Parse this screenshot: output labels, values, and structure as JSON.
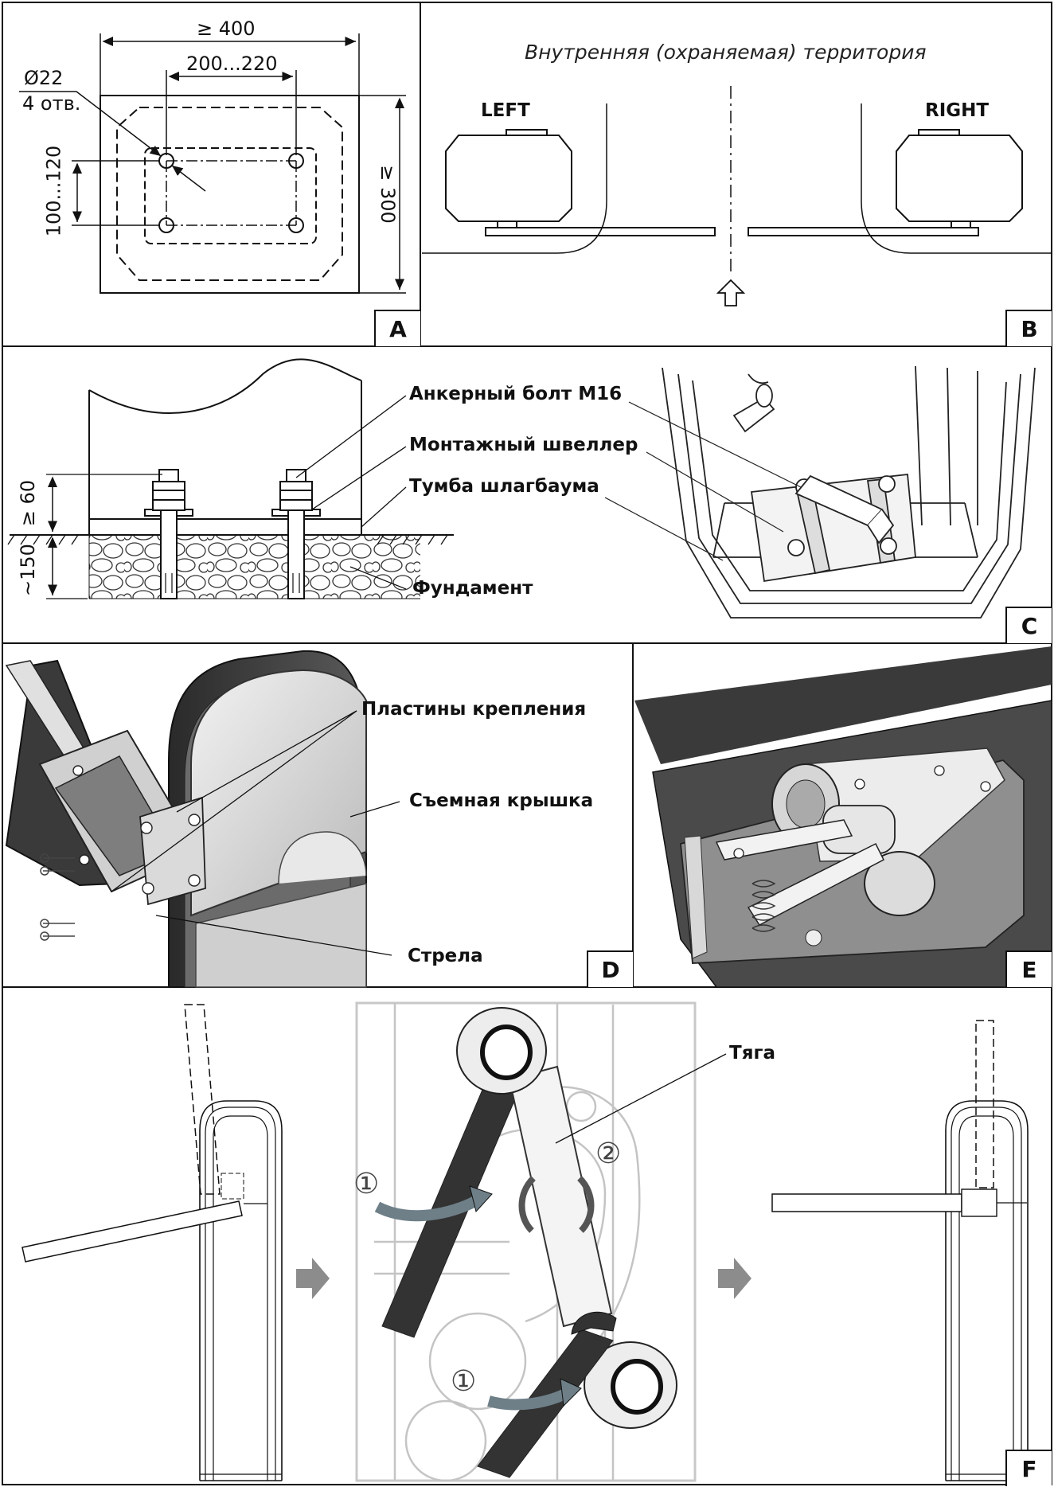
{
  "panels": {
    "A": {
      "letter": "A",
      "dim_width": "≥ 400",
      "dim_bolt_spacing_x": "200...220",
      "hole_diameter": "Ø22",
      "hole_count": "4 отв.",
      "dim_bolt_spacing_y": "100...120",
      "dim_height": "≥ 300"
    },
    "B": {
      "letter": "B",
      "caption": "Внутренняя (охраняемая) территория",
      "left_label": "LEFT",
      "right_label": "RIGHT"
    },
    "C": {
      "letter": "C",
      "dim_above": "≥ 60",
      "dim_below": "~150",
      "callout_anchor_bolt": "Анкерный болт М16",
      "callout_channel": "Монтажный швеллер",
      "callout_cabinet": "Тумба шлагбаума",
      "callout_foundation": "Фундамент"
    },
    "D": {
      "letter": "D",
      "callout_plates": "Пластины крепления",
      "callout_cover": "Съемная крышка",
      "callout_boom": "Стрела"
    },
    "E": {
      "letter": "E"
    },
    "F": {
      "letter": "F",
      "callout_rod": "Тяга",
      "step_1": "①",
      "step_2": "②"
    }
  },
  "colors": {
    "line": "#111111",
    "dark_metal": "#3a3a3a",
    "mid_metal": "#8a8a8a",
    "light_metal": "#d8d8d8",
    "arrow_grey": "#8c8c8c"
  }
}
